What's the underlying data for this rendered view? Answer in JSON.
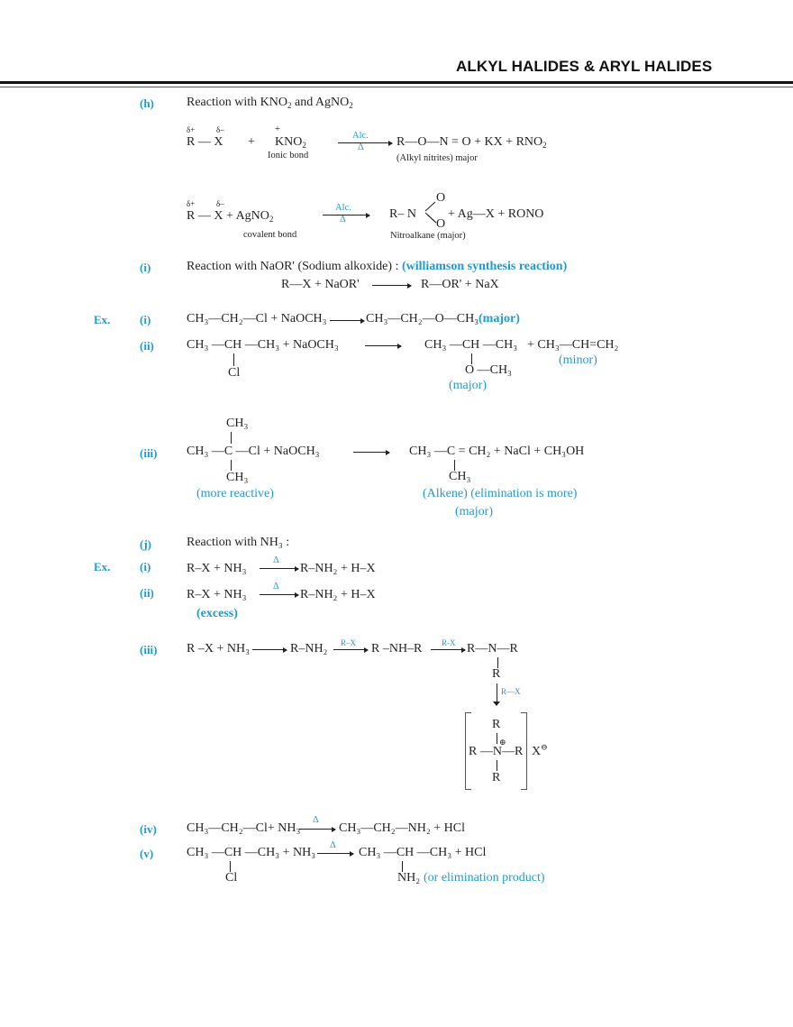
{
  "header": {
    "title": "ALKYL HALIDES & ARYL HALIDES"
  },
  "colors": {
    "accent": "#1f9ad1",
    "text": "#231f20"
  },
  "sections": {
    "h": {
      "label": "(h)",
      "title": "Reaction with KNO",
      "title_sub1": "2",
      "title_mid": " and AgNO",
      "title_sub2": "2",
      "rxn1": {
        "delta_plus": "δ+",
        "delta_minus": "δ–",
        "reactant": "R — X",
        "plus": "+",
        "charge": "+",
        "reagent": "KNO",
        "reagent_sub": "2",
        "reagent_note": "Ionic bond",
        "arrow_top": "Alc.",
        "arrow_bottom": "Δ",
        "product": "R—O—N  = O + KX + RNO",
        "product_sub": "2",
        "product_note": "(Alkyl nitrites) major"
      },
      "rxn2": {
        "delta_plus": "δ+",
        "delta_minus": "δ–",
        "reactant": "R — X  +  AgNO",
        "reactant_sub": "2",
        "reagent_note": "covalent bond",
        "arrow_top": "Alc.",
        "arrow_bottom": "Δ",
        "product_left": "R– N",
        "product_o_top": "O",
        "product_o_bottom": "O",
        "product_right": "+ Ag—X + RONO",
        "product_note": "Nitroalkane (major)"
      }
    },
    "i": {
      "label": "(i)",
      "title": "Reaction with NaOR'  (Sodium alkoxide) : ",
      "title_highlight": "(williamson synthesis reaction)",
      "general": "R—X + NaOR'",
      "general_product": "R—OR' + NaX"
    },
    "examples_i": {
      "ex_label": "Ex.",
      "ex1": {
        "label": "(i)",
        "reactant": "CH₃—CH₂—Cl + NaOCH₃",
        "product": "CH₃—CH₂—O—CH₃",
        "note": "(major)"
      },
      "ex2": {
        "label": "(ii)",
        "reactant": "CH₃ —CH —CH₃  + NaOCH₃",
        "reactant_branch": "Cl",
        "product": "CH₃ —CH —CH₃",
        "product_branch": "O —CH₃",
        "product_note": "(major)",
        "side_product": "+ CH₃—CH=CH₂",
        "side_note": "(minor)"
      },
      "ex3": {
        "label": "(iii)",
        "top_branch": "CH₃",
        "reactant": "CH₃ —C —Cl  +  NaOCH₃",
        "bottom_branch": "CH₃",
        "reactant_note": "(more reactive)",
        "product": "CH₃ —C = CH₂ + NaCl + CH₃OH",
        "product_branch": "CH₃",
        "product_note": "(Alkene) (elimination is more)",
        "product_note2": "(major)"
      }
    },
    "j": {
      "label": "(j)",
      "title": "Reaction with NH₃ :",
      "ex_label": "Ex.",
      "ex1": {
        "label": "(i)",
        "reactant": "R–X  +  NH₃",
        "arrow": "Δ",
        "product": "R–NH₂ +  H–X"
      },
      "ex2": {
        "label": "(ii)",
        "reactant": "R–X  +  NH₃",
        "arrow": "Δ",
        "product": "R–NH₂ +  H–X",
        "note": "(excess)"
      },
      "ex3": {
        "label": "(iii)",
        "step0": "R –X + NH₃",
        "step1": "R–NH₂",
        "arrow1": "R–X",
        "step2": "R –NH–R",
        "arrow2": "R-X",
        "step3": "R—N—R",
        "step3_branch": "R",
        "arrow3": "R—X",
        "quat_top": "R",
        "quat_charge": "⊕",
        "quat_middle": "R —N—R",
        "quat_bottom": "R",
        "counter_ion": "X",
        "counter_charge": "⊖"
      },
      "ex4": {
        "label": "(iv)",
        "reactant": "CH₃—CH₂—Cl+ NH₃",
        "arrow": "Δ",
        "product": "CH₃—CH₂—NH₂ + HCl"
      },
      "ex5": {
        "label": "(v)",
        "reactant": "CH₃ —CH —CH₃ + NH₃",
        "reactant_branch": "Cl",
        "arrow": "Δ",
        "product": "CH₃ —CH —CH₃  + HCl",
        "product_branch": "NH₂",
        "product_note": "(or elimination product)"
      }
    }
  }
}
